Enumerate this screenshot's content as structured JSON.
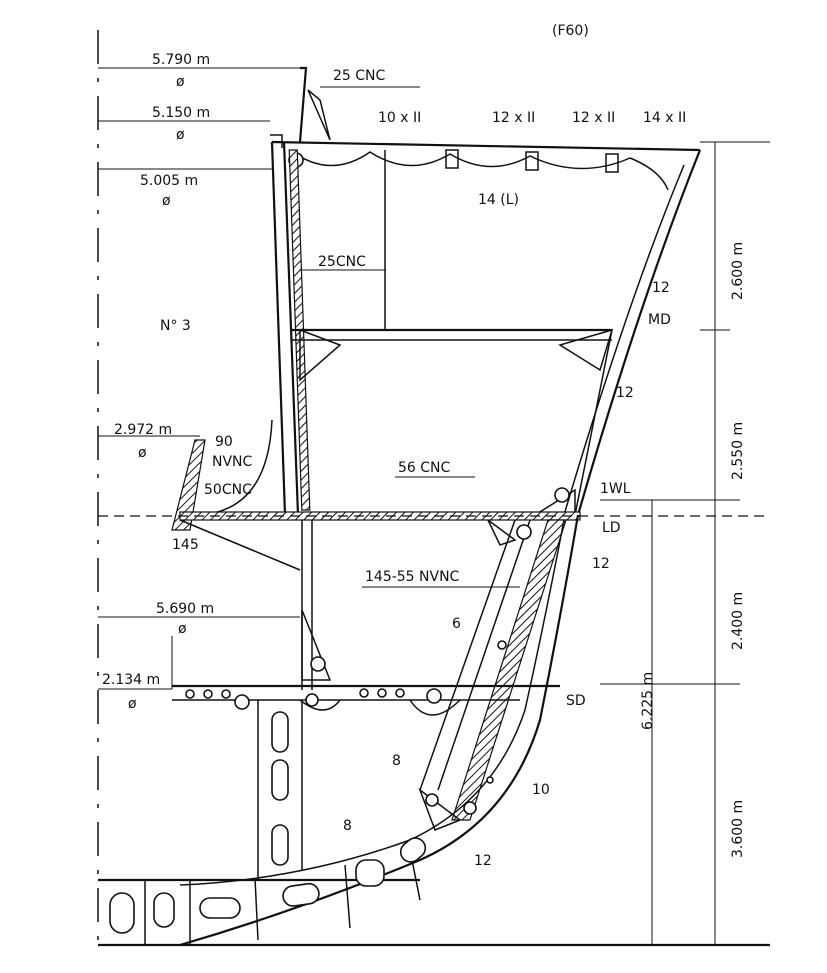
{
  "figure_id": "(F60)",
  "compartment": "N° 3",
  "diameters": [
    "5.790 m",
    "5.150 m",
    "5.005 m",
    "2.972 m",
    "5.690 m",
    "2.134 m"
  ],
  "diameter_symbol": "ø",
  "deck_labels": {
    "md": "MD",
    "ld": "LD",
    "sd": "SD",
    "wl": "1WL"
  },
  "heights": [
    "2.600 m",
    "2.550 m",
    "2.400 m",
    "3.600 m",
    "6.225 m"
  ],
  "scantlings": {
    "bulwark": "25 CNC",
    "deck_10": "10 x II",
    "deck_12a": "12 x II",
    "deck_12b": "12 x II",
    "deck_14": "14 x II",
    "beam": "14 (L)",
    "inner_bulkhead": "25CNC",
    "side_upper": "12",
    "side_mid": "12",
    "armor_90": "90",
    "armor_nvnc": "NVNC",
    "deck_50": "50CNC",
    "deck_56": "56 CNC",
    "armor_145": "145",
    "belt": "145-55 NVNC",
    "side_lower": "12",
    "frame_6": "6",
    "frame_8a": "8",
    "frame_10": "10",
    "frame_8b": "8",
    "bottom_12": "12"
  }
}
